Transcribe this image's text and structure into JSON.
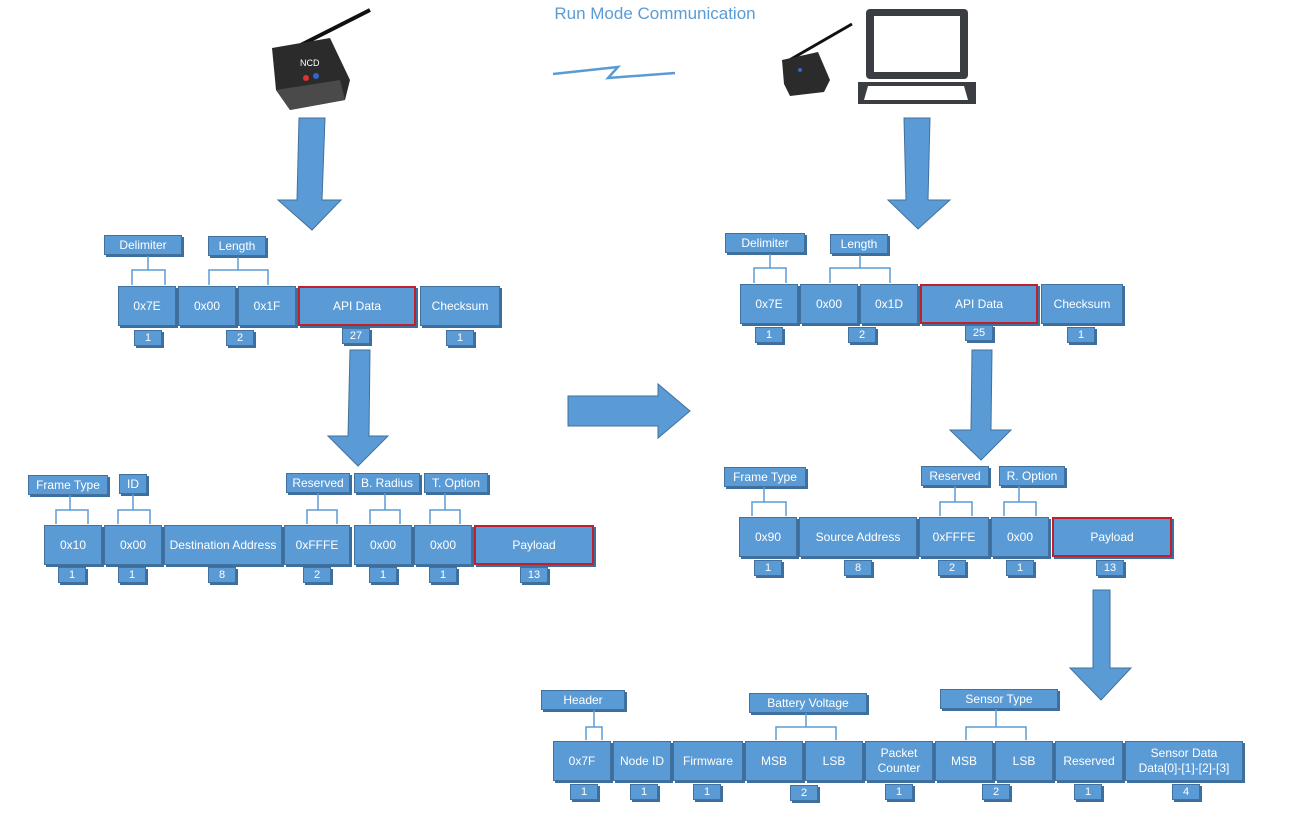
{
  "title": "Run Mode Communication",
  "colors": {
    "box": "#5b9bd5",
    "box_border": "#41719c",
    "highlight": "#c0202a",
    "title": "#5b9bd5"
  },
  "frames": [
    {
      "name": "tx-api-frame",
      "tags": [
        "Delimiter",
        "Length"
      ],
      "cells": [
        "0x7E",
        "0x00",
        "0x1F",
        "API Data",
        "Checksum"
      ],
      "sizes": [
        "1",
        "2",
        "27",
        "1"
      ]
    },
    {
      "name": "tx-request",
      "tags": [
        "Frame Type",
        "ID",
        "Reserved",
        "B. Radius",
        "T. Option"
      ],
      "cells": [
        "0x10",
        "0x00",
        "Destination Address",
        "0xFFFE",
        "0x00",
        "0x00",
        "Payload"
      ],
      "sizes": [
        "1",
        "1",
        "8",
        "2",
        "1",
        "1",
        "13"
      ]
    },
    {
      "name": "rx-api-frame",
      "tags": [
        "Delimiter",
        "Length"
      ],
      "cells": [
        "0x7E",
        "0x00",
        "0x1D",
        "API Data",
        "Checksum"
      ],
      "sizes": [
        "1",
        "2",
        "25",
        "1"
      ]
    },
    {
      "name": "rx-packet",
      "tags": [
        "Frame Type",
        "Reserved",
        "R. Option"
      ],
      "cells": [
        "0x90",
        "Source Address",
        "0xFFFE",
        "0x00",
        "Payload"
      ],
      "sizes": [
        "1",
        "8",
        "2",
        "1",
        "13"
      ]
    },
    {
      "name": "payload",
      "tags": [
        "Header",
        "Battery Voltage",
        "Sensor Type"
      ],
      "cells": [
        "0x7F",
        "Node ID",
        "Firmware",
        "MSB",
        "LSB",
        "Packet Counter",
        "MSB",
        "LSB",
        "Reserved",
        "Sensor Data Data[0]-[1]-[2]-[3]"
      ],
      "sizes": [
        "1",
        "1",
        "1",
        "2",
        "1",
        "2",
        "1",
        "4"
      ]
    }
  ]
}
